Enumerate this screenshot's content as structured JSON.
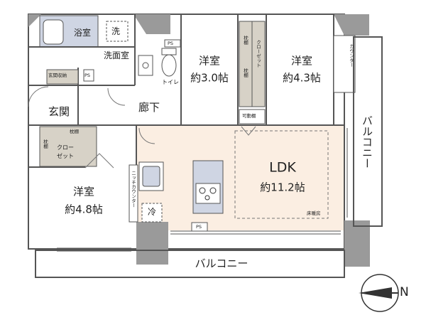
{
  "rooms": {
    "western_a": {
      "name": "洋室",
      "size": "約3.0帖"
    },
    "western_b": {
      "name": "洋室",
      "size": "約4.3帖"
    },
    "western_c": {
      "name": "洋室",
      "size": "約4.8帖"
    },
    "ldk": {
      "name": "LDK",
      "size": "約11.2帖"
    },
    "bath": "浴室",
    "washer": "洗",
    "washroom": "洗面室",
    "toilet": "トイレ",
    "entrance": "玄関",
    "hallway": "廊下"
  },
  "labels": {
    "entrance_storage": "玄関収納",
    "ps": "PS",
    "shelf": "枕棚",
    "closet": "クローゼット",
    "closet_split_top": "クロー",
    "closet_split_bottom": "ゼット",
    "movable_shelf": "可動棚",
    "counter": "カウンター",
    "niche_counter": "ニッチカウンター",
    "fridge": "冷",
    "floor_heating": "床暖房"
  },
  "balconies": {
    "south": "バルコニー",
    "east": "バルコニー"
  },
  "compass": {
    "letter": "N"
  },
  "colors": {
    "wall": "#555555",
    "ldk_floor": "#fbeee2",
    "storage": "#d7d2c7",
    "wet_area": "#cfd5e3",
    "pillar": "#9a9a9a",
    "line": "#333333"
  }
}
